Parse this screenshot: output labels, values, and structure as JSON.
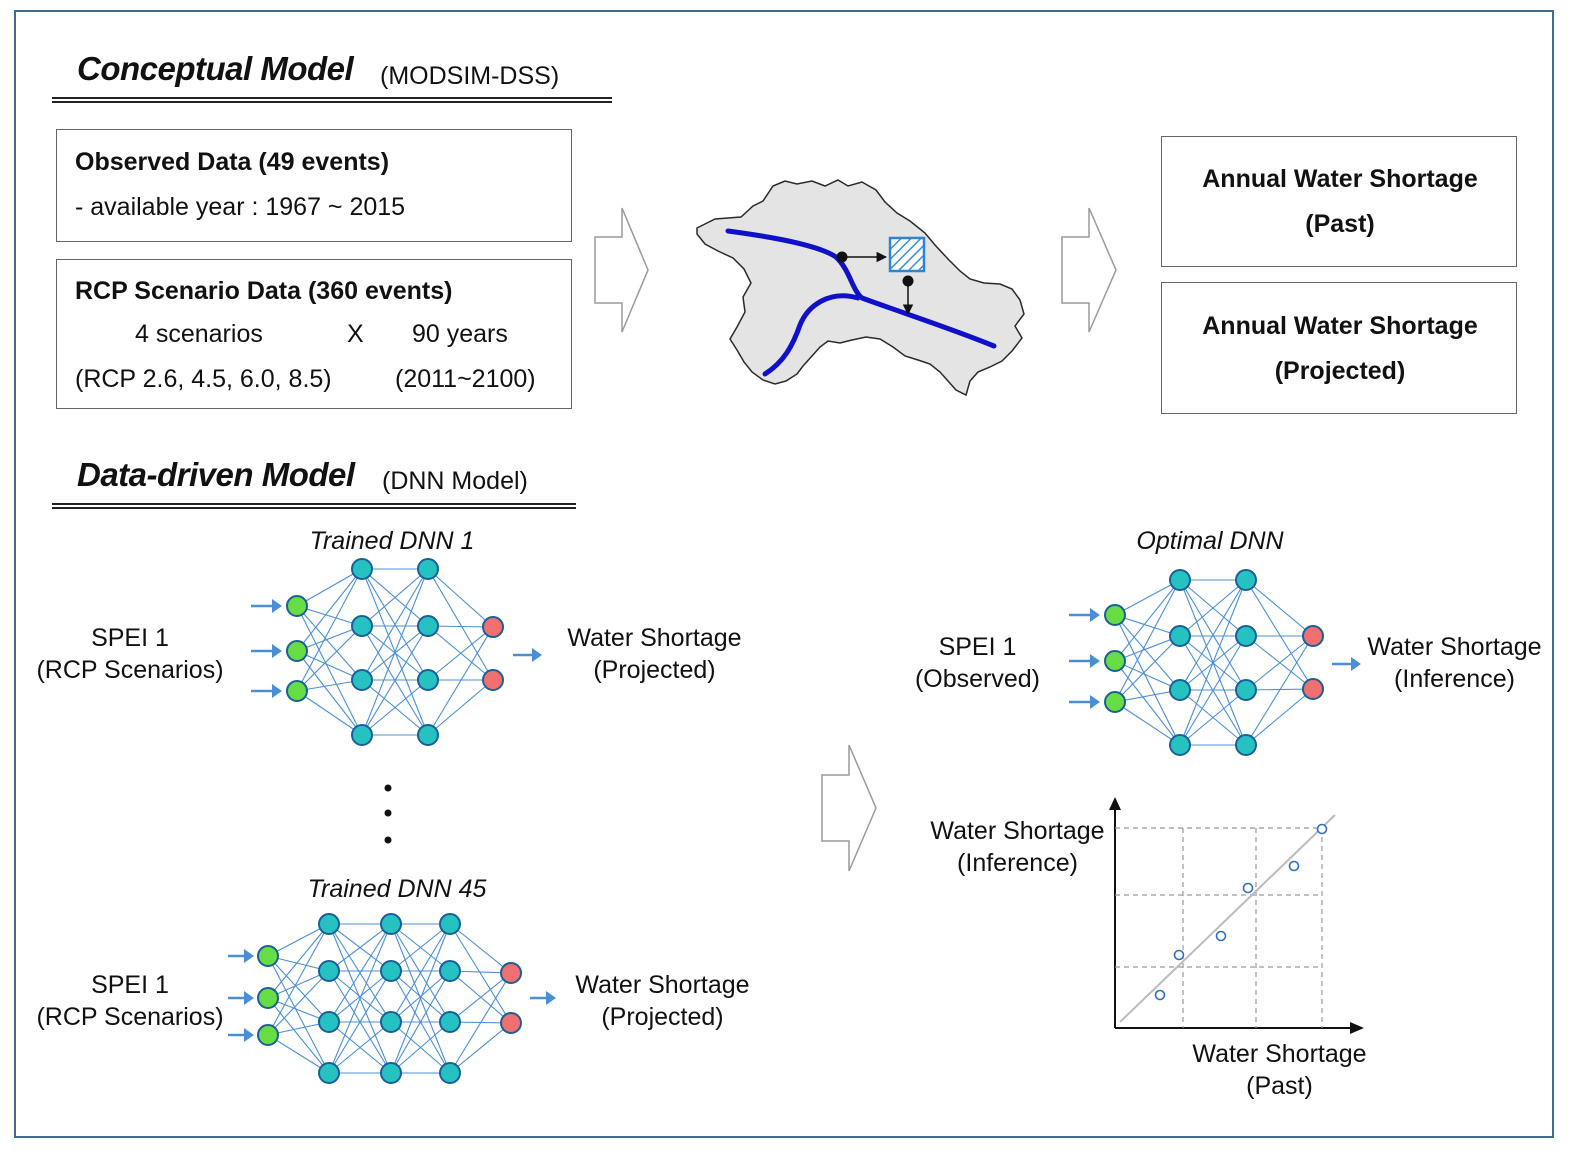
{
  "conceptual": {
    "title": "Conceptual Model",
    "subtitle": "(MODSIM-DSS)",
    "observed": {
      "heading": "Observed Data (49 events)",
      "line": "- available year : 1967 ~ 2015"
    },
    "rcp": {
      "heading": "RCP Scenario Data (360 events)",
      "scenarios": "4 scenarios",
      "times": "X",
      "years": "90 years",
      "rcp_list": "(RCP 2.6, 4.5, 6.0, 8.5)",
      "year_range": "(2011~2100)"
    },
    "outputs": {
      "past_line1": "Annual Water Shortage",
      "past_line2": "(Past)",
      "projected_line1": "Annual Water Shortage",
      "projected_line2": "(Projected)"
    }
  },
  "datadriven": {
    "title": "Data-driven Model",
    "subtitle": "(DNN Model)",
    "dnn1": {
      "title": "Trained DNN 1",
      "input_line1": "SPEI 1",
      "input_line2": "(RCP Scenarios)",
      "output_line1": "Water Shortage",
      "output_line2": "(Projected)"
    },
    "dnn45": {
      "title": "Trained DNN 45",
      "input_line1": "SPEI 1",
      "input_line2": "(RCP Scenarios)",
      "output_line1": "Water Shortage",
      "output_line2": "(Projected)"
    },
    "optimal": {
      "title": "Optimal DNN",
      "input_line1": "SPEI 1",
      "input_line2": "(Observed)",
      "output_line1": "Water Shortage",
      "output_line2": "(Inference)"
    },
    "scatter": {
      "ylabel_line1": "Water Shortage",
      "ylabel_line2": "(Inference)",
      "xlabel_line1": "Water Shortage",
      "xlabel_line2": "(Past)"
    }
  },
  "colors": {
    "frame": "#3f6d8f",
    "river": "#1010c8",
    "catchment": "#e4e4e4",
    "input_node": "#66dd44",
    "hidden_node": "#26c2c2",
    "output_node": "#f07070",
    "connection": "#4a8fd6"
  }
}
